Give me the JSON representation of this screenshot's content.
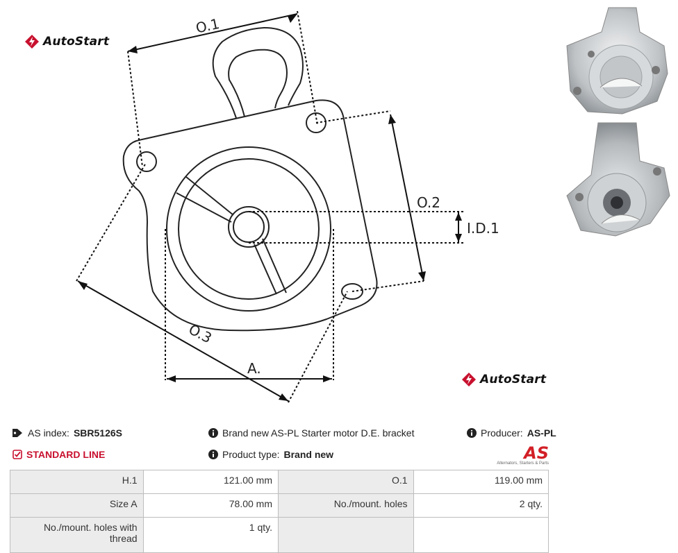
{
  "brand": {
    "name": "AutoStart",
    "accent": "#c8102e"
  },
  "drawing_labels": {
    "o1": "O.1",
    "o2": "O.2",
    "o3": "O.3",
    "id1": "I.D.1",
    "a": "A."
  },
  "info": {
    "as_index_label": "AS index:",
    "as_index_value": "SBR5126S",
    "description": "Brand new AS-PL Starter motor D.E. bracket",
    "producer_label": "Producer:",
    "producer_value": "AS-PL",
    "line": "STANDARD LINE",
    "product_type_label": "Product type:",
    "product_type_value": "Brand new",
    "producer_logo": "AS",
    "producer_tagline": "Alternators, Starters & Parts"
  },
  "specs": [
    {
      "label1": "H.1",
      "value1": "121.00 mm",
      "label2": "O.1",
      "value2": "119.00 mm"
    },
    {
      "label1": "Size A",
      "value1": "78.00 mm",
      "label2": "No./mount. holes",
      "value2": "2 qty."
    },
    {
      "label1": "No./mount. holes with thread",
      "value1": "1 qty.",
      "label2": "",
      "value2": ""
    }
  ]
}
